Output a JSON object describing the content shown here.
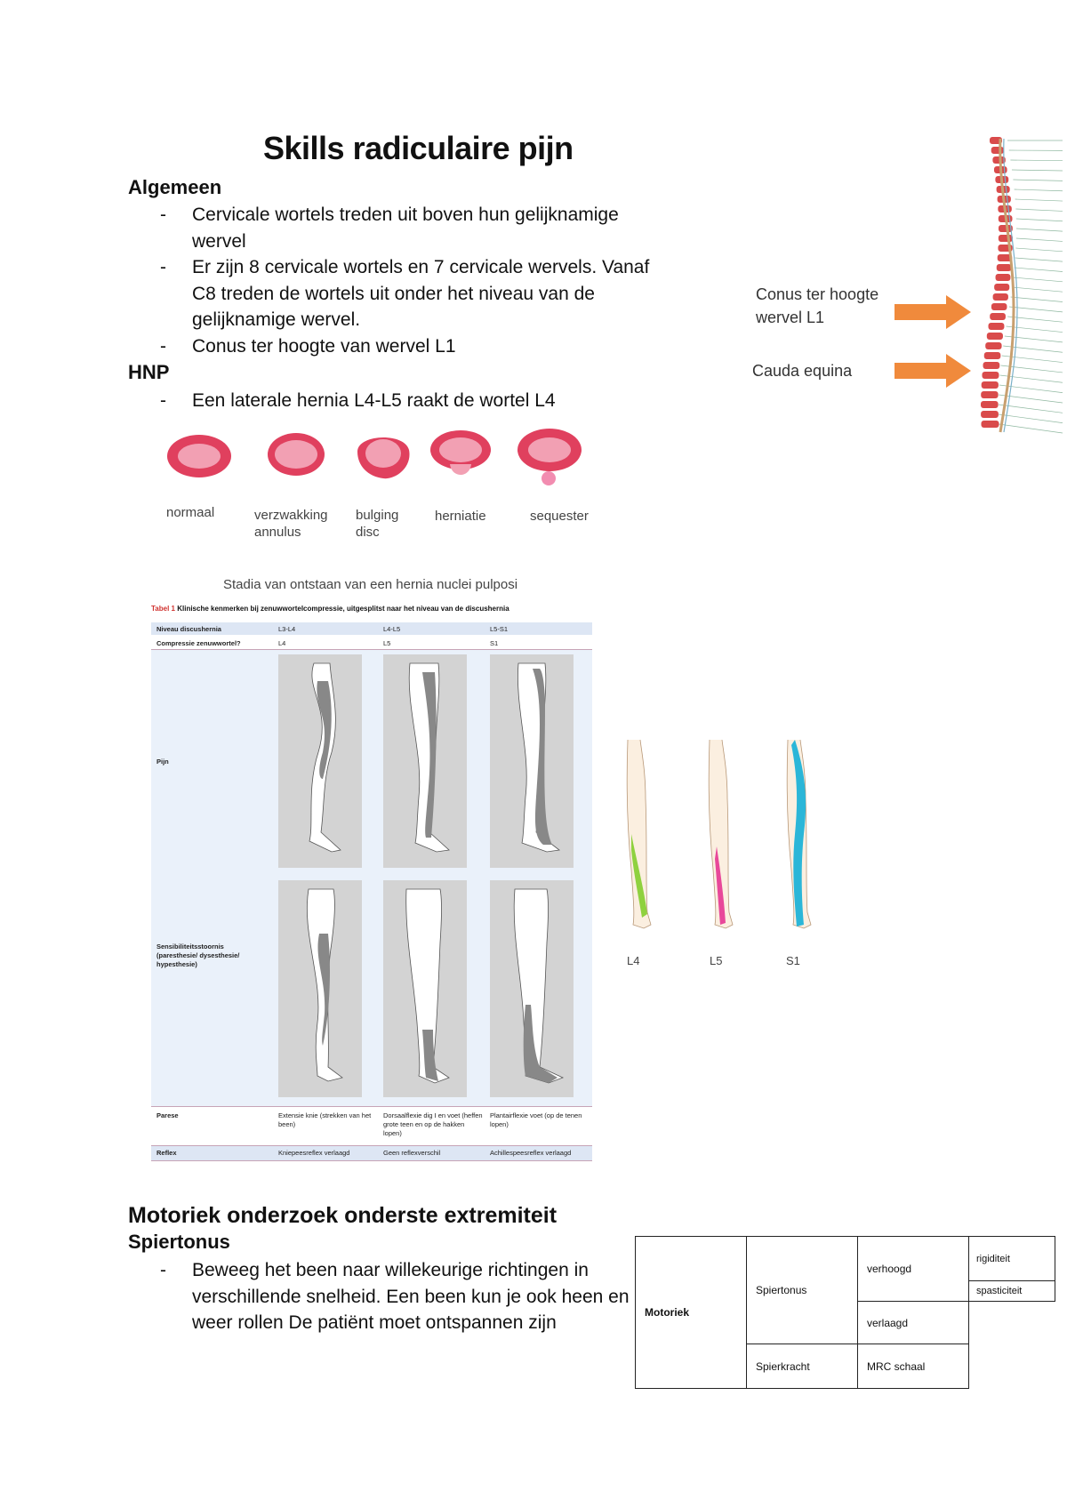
{
  "title": "Skills radiculaire pijn",
  "algemeen": {
    "heading": "Algemeen",
    "items": [
      "Cervicale wortels treden uit boven hun gelijknamige wervel",
      "Er zijn 8 cervicale wortels en 7 cervicale wervels. Vanaf C8 treden de wortels uit onder het niveau van de gelijknamige wervel.",
      "Conus ter hoogte van wervel L1"
    ]
  },
  "spine_figure": {
    "annotation_1": "Conus ter hoogte wervel L1",
    "annotation_2": "Cauda equina",
    "arrow_color": "#f08a3c"
  },
  "hnp": {
    "heading": "HNP",
    "items": [
      "Een laterale hernia L4-L5 raakt de wortel L4"
    ]
  },
  "disc_figure": {
    "stages": [
      {
        "label": "normaal"
      },
      {
        "label": "verzwakking annulus"
      },
      {
        "label": "bulging disc"
      },
      {
        "label": "herniatie"
      },
      {
        "label": "sequester"
      }
    ],
    "caption": "Stadia van ontstaan van een hernia nuclei pulposi",
    "disc_color": "#e0405e"
  },
  "clinical_table": {
    "caption_label": "Tabel 1",
    "caption_text": "Klinische kenmerken bij zenuwwortelcompressie, uitgesplitst naar het niveau van de discushernia",
    "columns": [
      "Niveau discushernia",
      "L3-L4",
      "L4-L5",
      "L5-S1"
    ],
    "rows": {
      "compressie": [
        "Compressie zenuwwortel?",
        "L4",
        "L5",
        "S1"
      ],
      "pijn": "Pijn",
      "sensibiliteit": "Sensibiliteitsstoornis (paresthesie/ dysesthesie/ hypesthesie)",
      "parese": [
        "Parese",
        "Extensie knie (strekken van het been)",
        "Dorsaalflexie dig I en voet (heffen grote teen en op de hakken lopen)",
        "Plantairflexie voet (op de tenen lopen)"
      ],
      "reflex": [
        "Reflex",
        "Kniepeesreflex verlaagd",
        "Geen reflexverschil",
        "Achillespeesreflex verlaagd"
      ]
    }
  },
  "dermatome_figure": {
    "labels": [
      "L4",
      "L5",
      "S1"
    ],
    "colors": [
      "#8fd13f",
      "#e8489a",
      "#2bb6d8"
    ]
  },
  "motoriek": {
    "heading": "Motoriek onderzoek onderste extremiteit",
    "subheading": "Spiertonus",
    "items": [
      "Beweeg het been naar willekeurige richtingen in verschillende snelheid. Een been kun je ook heen en weer rollen De patiënt moet ontspannen zijn"
    ],
    "table": {
      "root": "Motoriek",
      "spiertonus": "Spiertonus",
      "verhoogd": "verhoogd",
      "rigiditeit": "rigiditeit",
      "spasticiteit": "spasticiteit",
      "verlaagd": "verlaagd",
      "spierkracht": "Spierkracht",
      "mrc": "MRC schaal"
    }
  }
}
